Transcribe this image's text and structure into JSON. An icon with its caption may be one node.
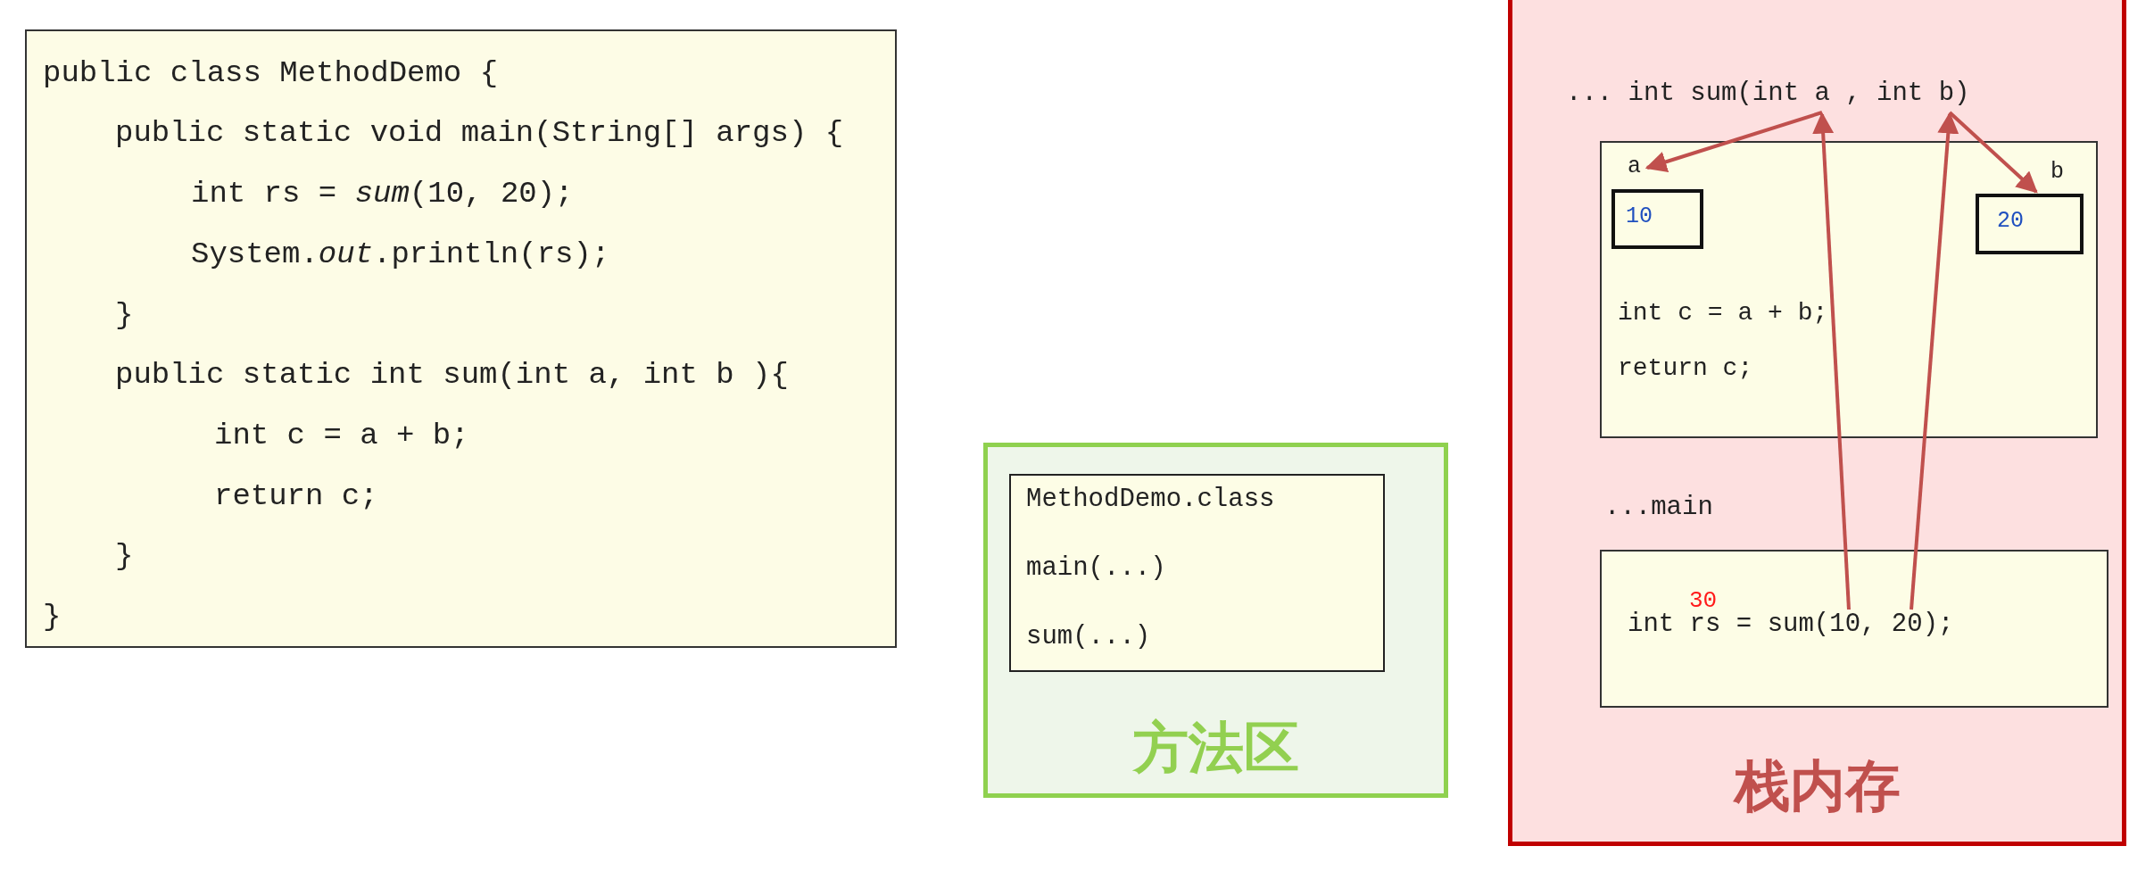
{
  "diagram": {
    "nodes": [
      {
        "text": [
          "public class MethodDemo {",
          "public static void main(String[] args) {",
          "int rs = *sum*(10, 20);",
          "System.*out*.println(rs);",
          "}",
          "public static int sum(int a, int b ){",
          "int c = a + b;",
          "return c;",
          "}",
          "}"
        ]
      },
      {
        "text": [
          "方法区"
        ]
      },
      {
        "text": [
          "MethodDemo.class",
          "main(...)",
          "sum(...)"
        ],
        "in": 1
      },
      {
        "text": [
          "栈内存"
        ]
      },
      {
        "text": [
          "... int sum(int a , int b)"
        ],
        "in": 3
      },
      {
        "text": [
          "int c = a + b;",
          "return c;"
        ],
        "in": 3
      },
      {
        "text": [
          "10"
        ],
        "beside": [
          "a"
        ],
        "in": 5
      },
      {
        "text": [
          "20"
        ],
        "beside": [
          "b"
        ],
        "in": 5
      },
      {
        "text": [
          "30",
          "int rs = sum(10, 20);"
        ],
        "beside": [
          "...main"
        ],
        "in": 3
      }
    ],
    "edges": [
      {
        "from": 4,
        "to": 6,
        "arrow": "to"
      },
      {
        "from": 4,
        "to": 7,
        "arrow": "to"
      },
      {
        "from": 8,
        "to": 4,
        "arrow": "to"
      },
      {
        "from": 8,
        "to": 4,
        "arrow": "to"
      }
    ]
  }
}
